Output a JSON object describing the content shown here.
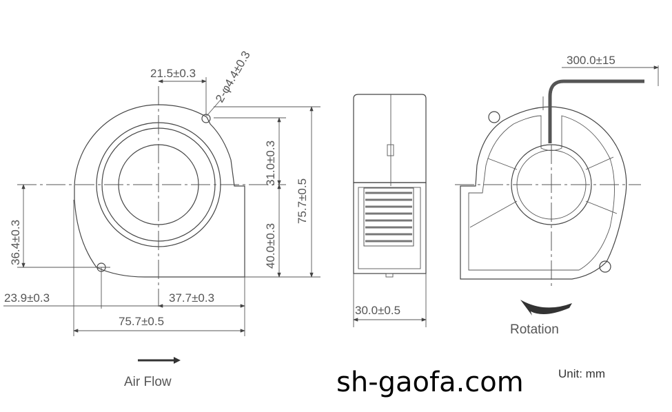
{
  "front_view": {
    "hole_spacing": "21.5±0.3",
    "hole_spec": "2-φ4.4±0.3",
    "upper_offset": "31.0±0.3",
    "lower_offset": "40.0±0.3",
    "height": "75.7±0.5",
    "left_hole_height": "36.4±0.3",
    "left_hole_x": "23.9±0.3",
    "outlet_offset": "37.7±0.3",
    "width": "75.7±0.5"
  },
  "side_view": {
    "depth": "30.0±0.5"
  },
  "back_view": {
    "cable_length": "300.0±15",
    "rotation_label": "Rotation"
  },
  "air_flow_label": "Air Flow",
  "watermark": "sh-gaofa.com",
  "unit_label": "Unit: mm"
}
